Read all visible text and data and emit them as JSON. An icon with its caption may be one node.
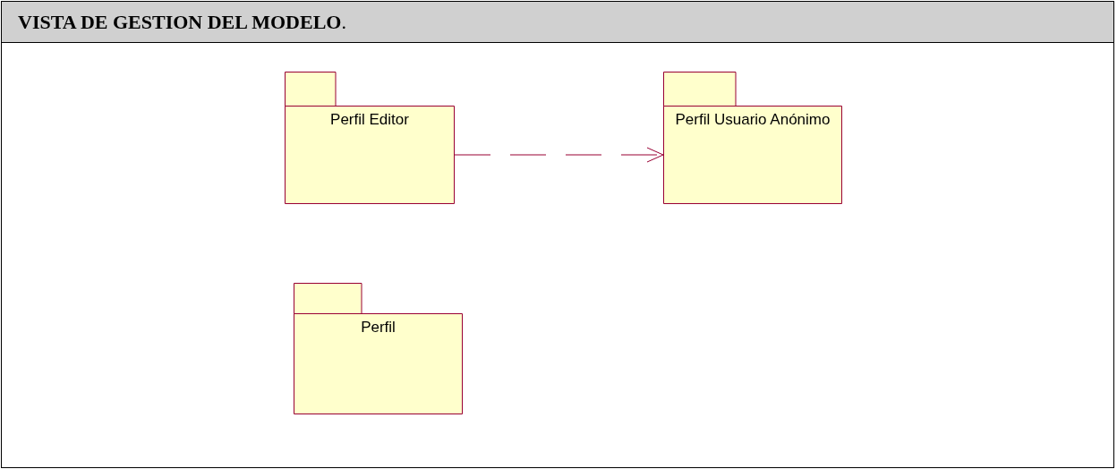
{
  "diagram": {
    "title": "**VISTA DE GESTION DEL MODELO**.",
    "nodes": [
      {
        "text": [
          "Perfil Editor"
        ]
      },
      {
        "text": [
          "Perfil Usuario Anónimo"
        ]
      },
      {
        "text": [
          "Perfil"
        ]
      }
    ],
    "edges": [
      {
        "from": 0,
        "to": 1,
        "arrow": "to",
        "style": "dashed",
        "color": "#990033"
      }
    ]
  }
}
